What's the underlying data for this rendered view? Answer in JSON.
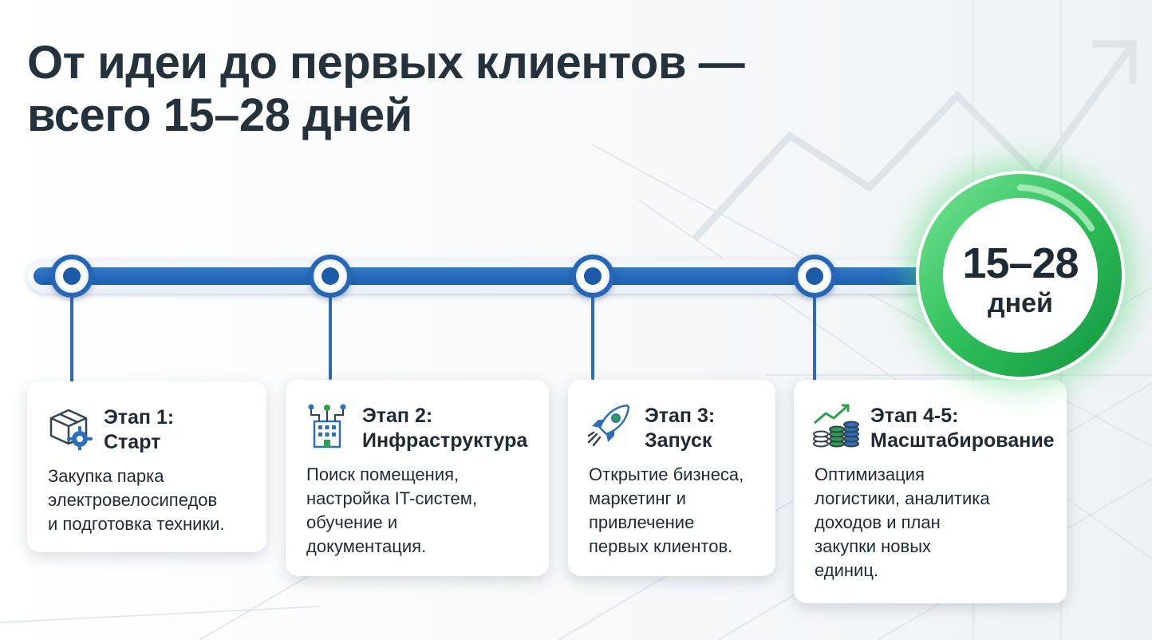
{
  "headline": {
    "line1": "От идеи до первых клиентов —",
    "line2": "всего 15–28 дней"
  },
  "result": {
    "value": "15–28",
    "unit": "дней"
  },
  "stages": [
    {
      "title_line1": "Этап 1:",
      "title_line2": "Старт",
      "icon": "box-gear-icon",
      "description": "Закупка парка\nэлектровелосипедов\nи подготовка техники."
    },
    {
      "title_line1": "Этап 2:",
      "title_line2": "Инфраструктура",
      "icon": "network-building-icon",
      "description": "Поиск помещения,\nнастройка IT-систем,\nобучение и\nдокументация."
    },
    {
      "title_line1": "Этап 3:",
      "title_line2": "Запуск",
      "icon": "rocket-icon",
      "description": "Открытие бизнеса,\nмаркетинг и\nпривлечение\nпервых клиентов."
    },
    {
      "title_line1": "Этап 4-5:",
      "title_line2": "Масштабирование",
      "icon": "growth-coins-icon",
      "description": "Оптимизация\nлогистики, аналитика\nдоходов и план\nзакупки новых\nединиц."
    }
  ],
  "colors": {
    "timeline_blue": "#1e60b0",
    "result_green": "#2fbf5b",
    "text_dark": "#1f2a33",
    "icon_green": "#2e9e4f",
    "icon_blue": "#2f6fba"
  }
}
